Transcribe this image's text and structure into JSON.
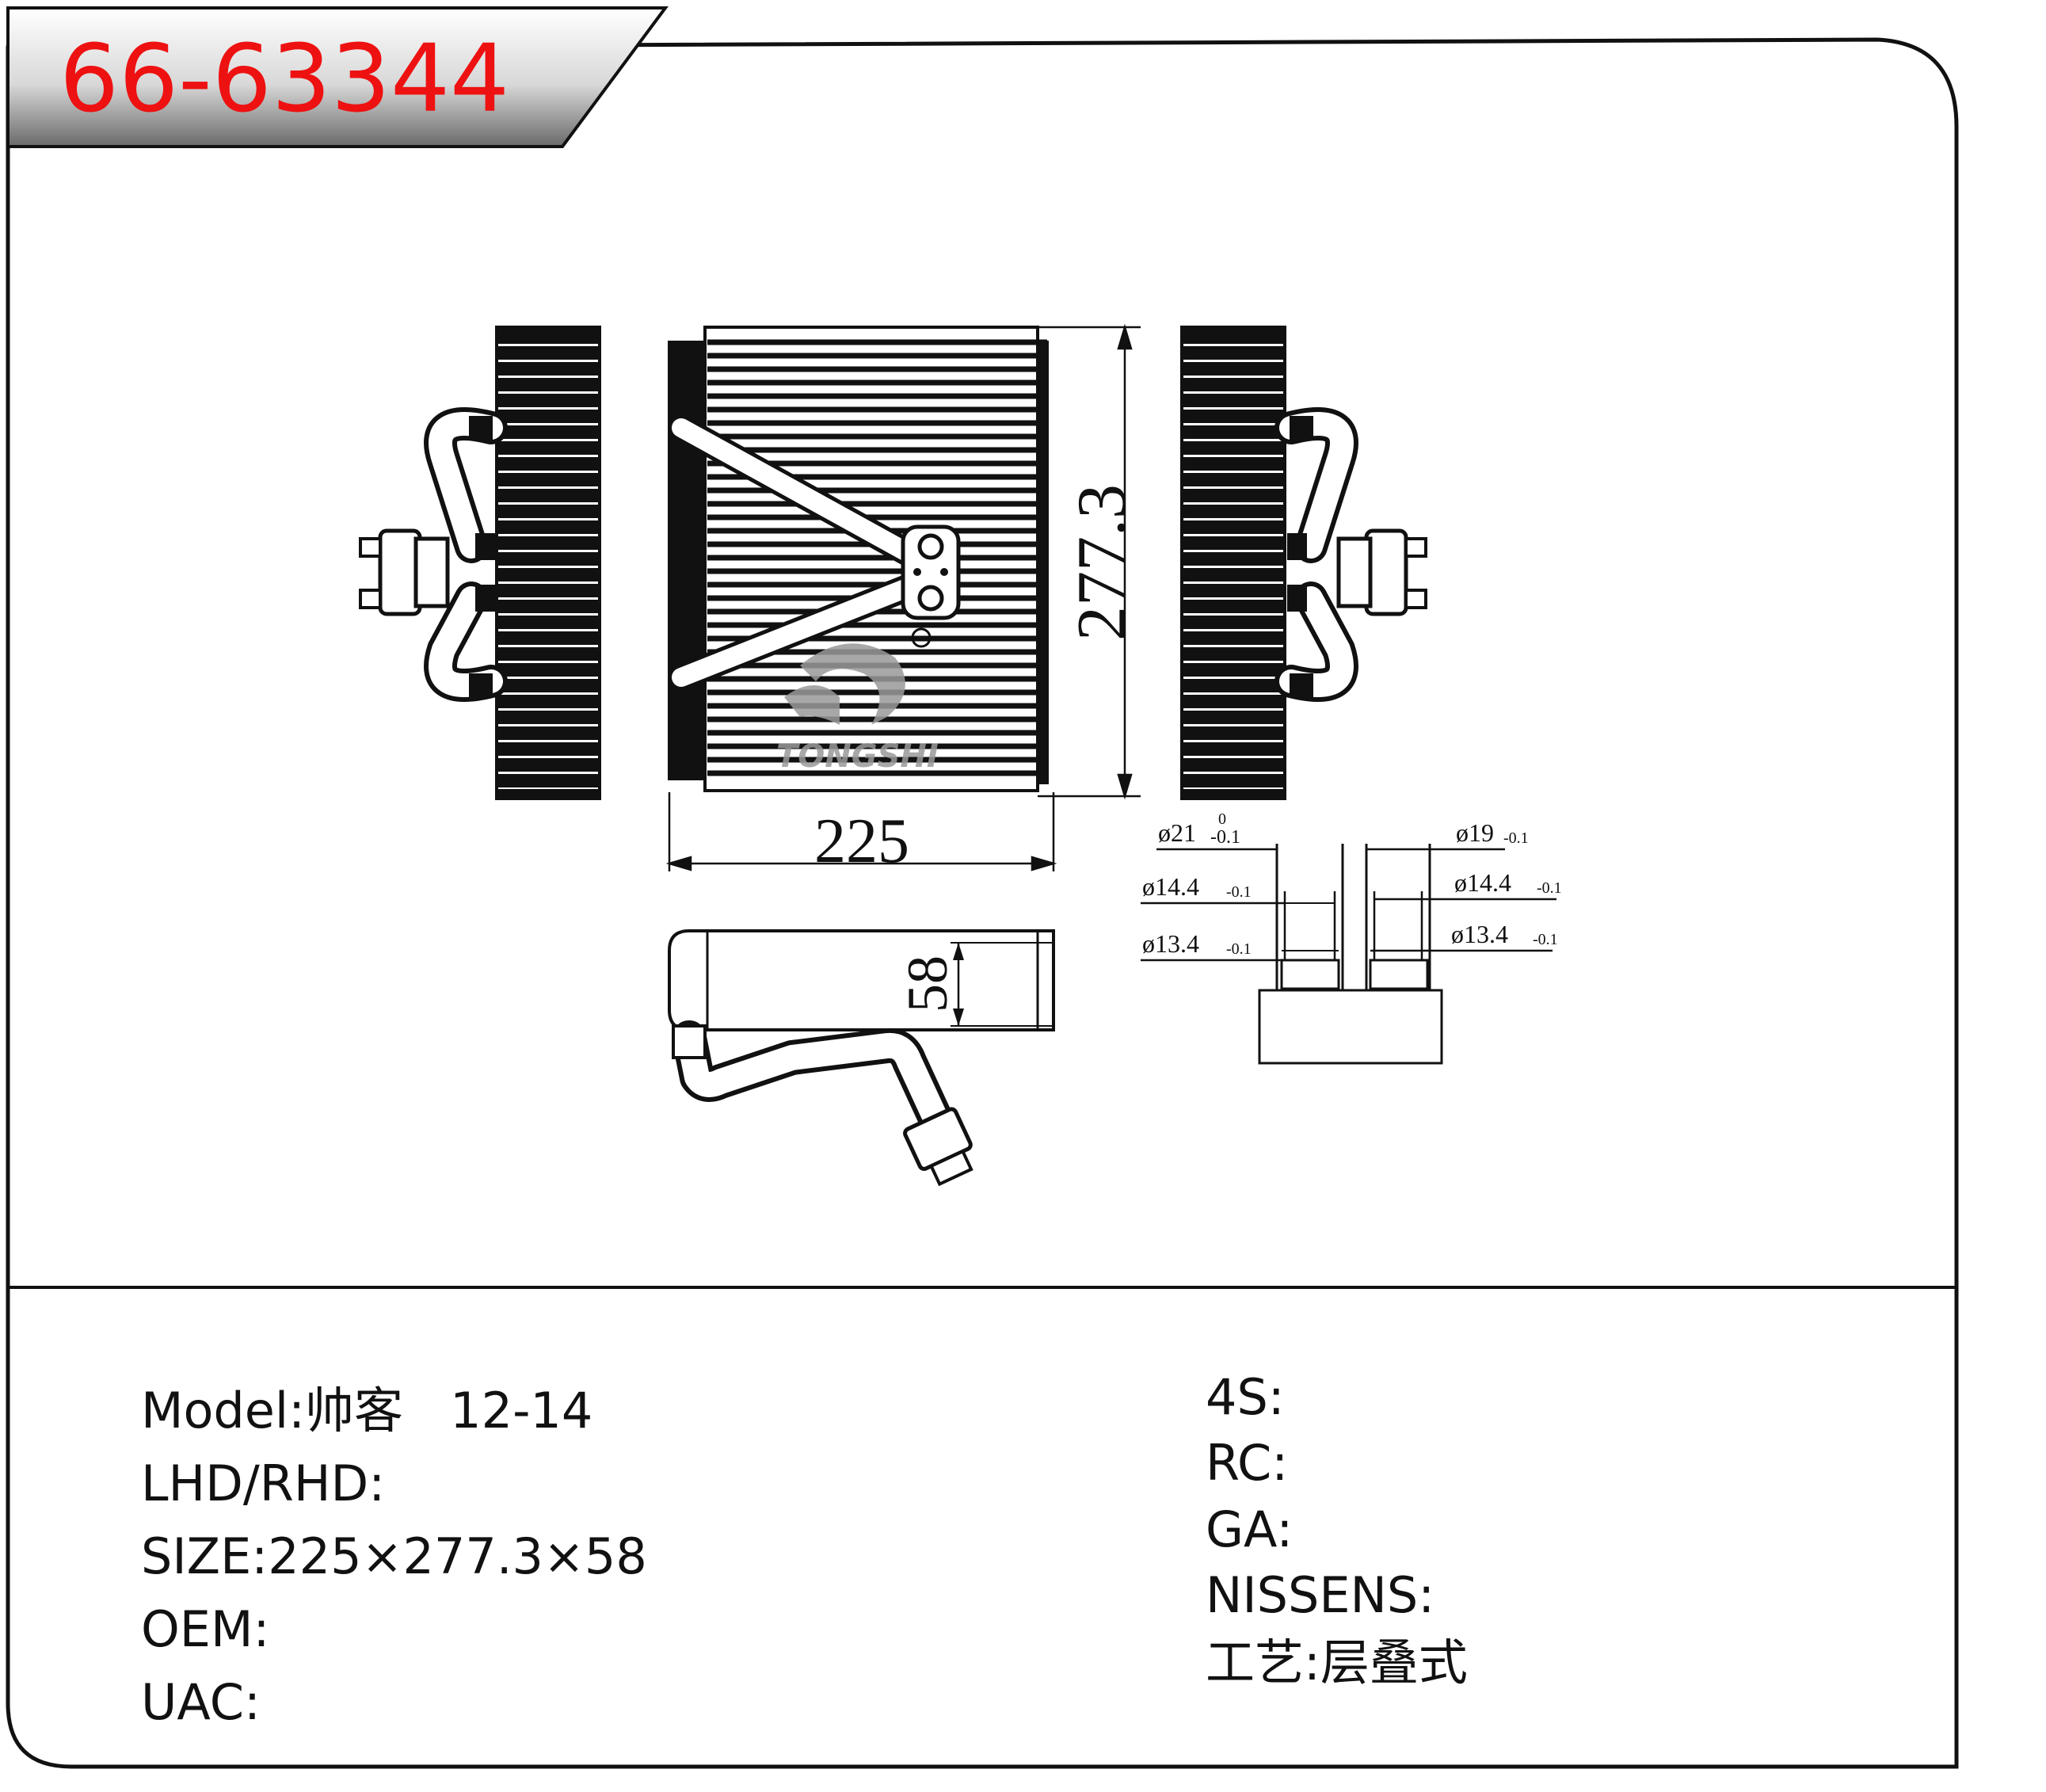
{
  "header": {
    "part_number": "66-63344"
  },
  "drawing": {
    "dim_width": "225",
    "dim_height": "277.3",
    "dim_depth": "58",
    "watermark": "TONGSHI",
    "fittings": {
      "left": [
        {
          "label": "ø21",
          "tol_upper": "0",
          "tol_lower": "-0.1"
        },
        {
          "label": "ø14.4",
          "tol_upper": "",
          "tol_lower": "-0.1"
        },
        {
          "label": "ø13.4",
          "tol_upper": "",
          "tol_lower": "-0.1"
        }
      ],
      "right": [
        {
          "label": "ø19",
          "tol_upper": "",
          "tol_lower": "-0.1"
        },
        {
          "label": "ø14.4",
          "tol_upper": "",
          "tol_lower": "-0.1"
        },
        {
          "label": "ø13.4",
          "tol_upper": "",
          "tol_lower": "-0.1"
        }
      ]
    }
  },
  "specs": {
    "left": [
      {
        "key": "Model:",
        "value": "帅客   12-14"
      },
      {
        "key": "LHD/RHD:",
        "value": ""
      },
      {
        "key": "SIZE:",
        "value": "225×277.3×58"
      },
      {
        "key": "OEM:",
        "value": ""
      },
      {
        "key": "UAC:",
        "value": ""
      }
    ],
    "right": [
      {
        "key": "4S:",
        "value": ""
      },
      {
        "key": "RC:",
        "value": ""
      },
      {
        "key": "GA:",
        "value": ""
      },
      {
        "key": "NISSENS:",
        "value": ""
      },
      {
        "key": "工艺:",
        "value": "层叠式"
      }
    ]
  },
  "colors": {
    "part_number": "#ee1111",
    "line": "#111111",
    "watermark": "#9a9a9a"
  }
}
